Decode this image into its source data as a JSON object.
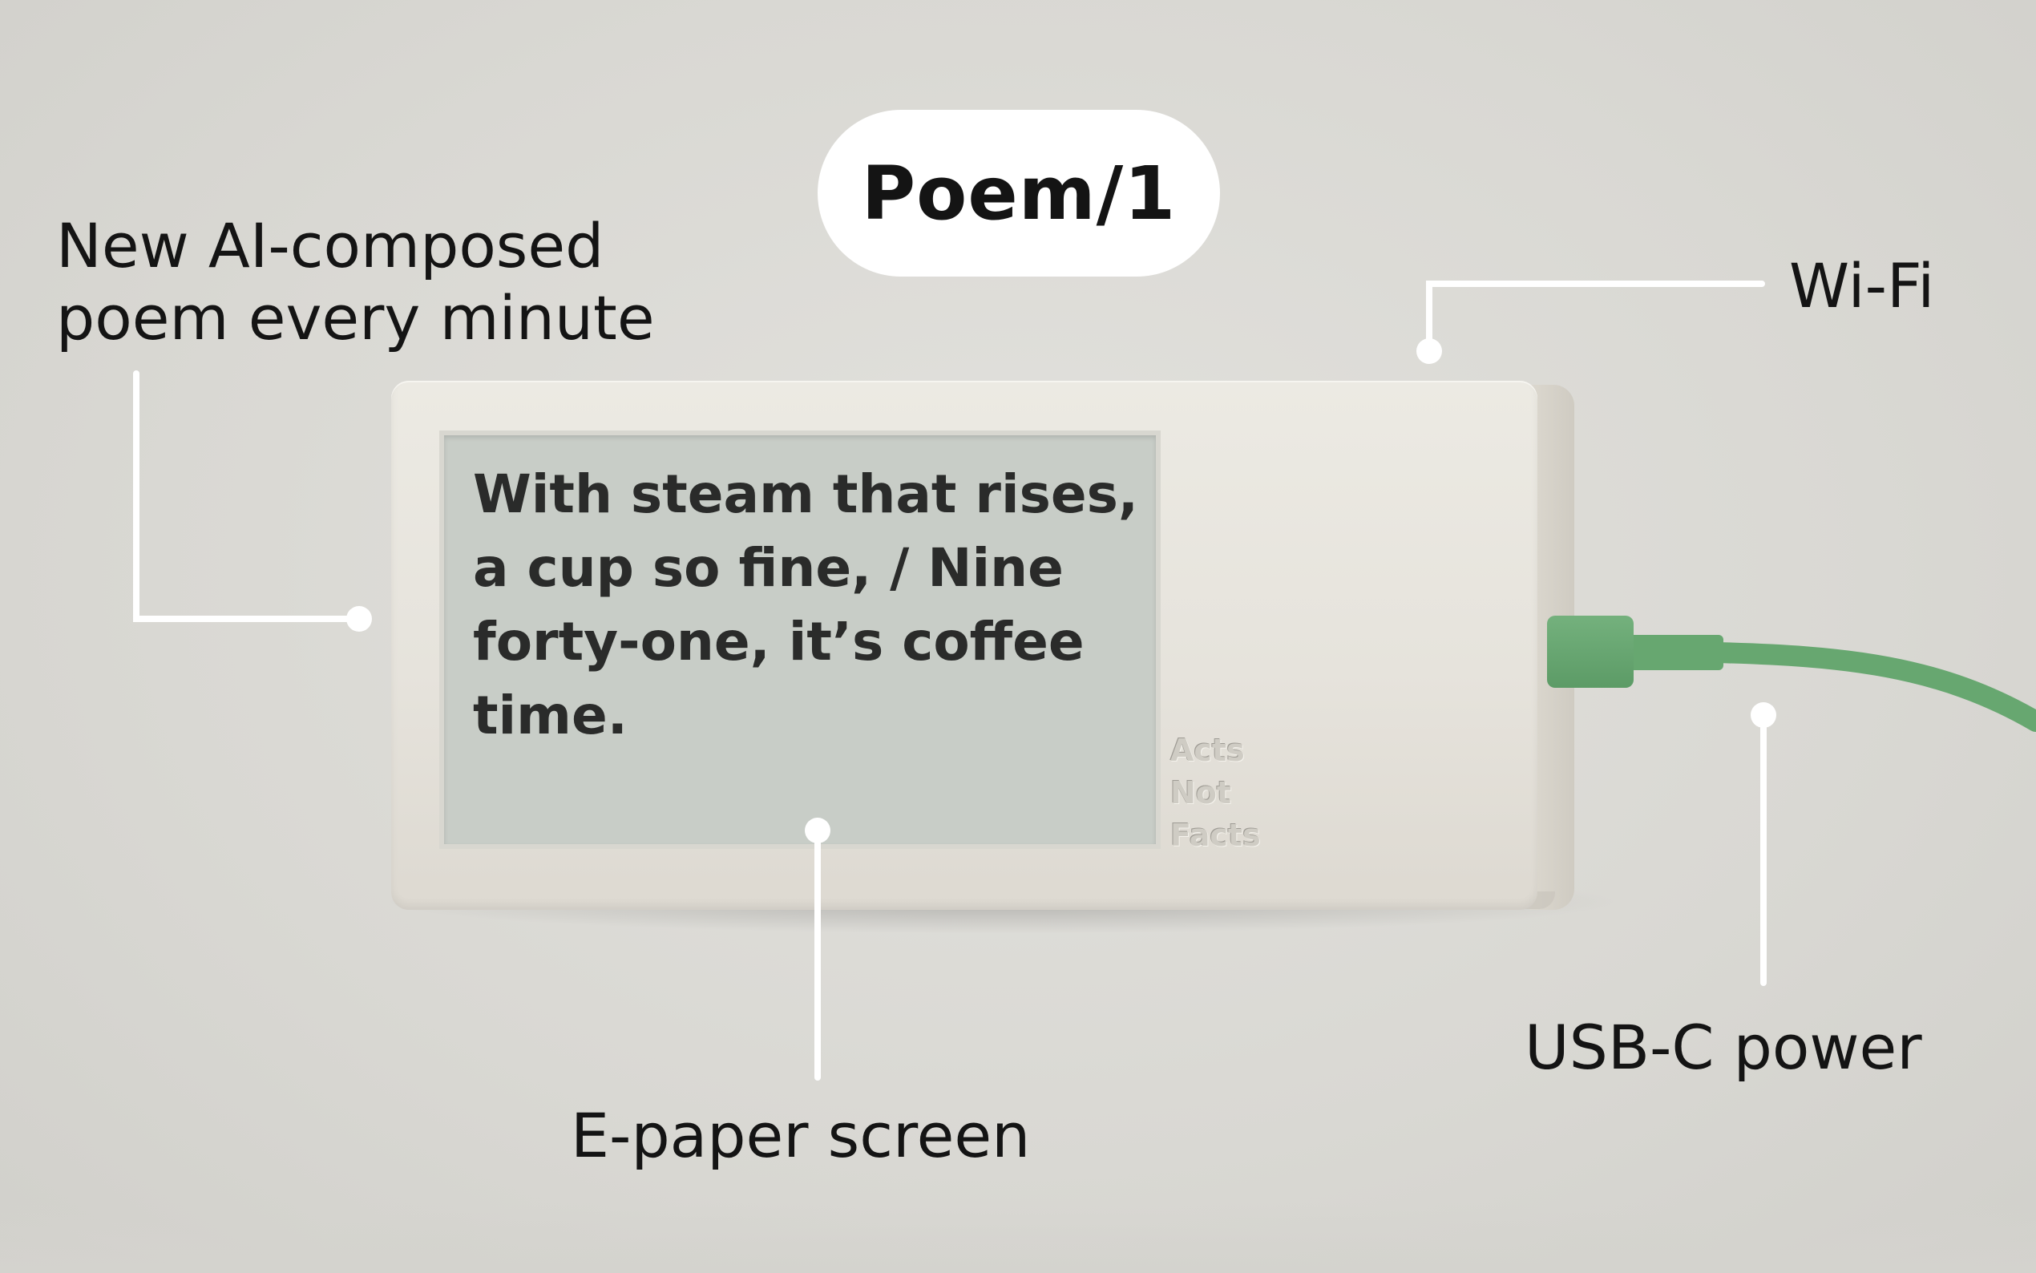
{
  "title": "Poem/1",
  "callouts": {
    "ai_line1": "New AI-composed",
    "ai_line2": "poem every minute",
    "wifi": "Wi-Fi",
    "usb": "USB-C power",
    "epaper": "E-paper screen"
  },
  "screen": {
    "poem": "With steam that rises,\na cup so fine, / Nine\nforty-one, it’s coffee\ntime."
  },
  "engraving": [
    "Acts",
    "Not",
    "Facts"
  ],
  "colors": {
    "background": "#dbdad5",
    "device_body": "#e6e3dc",
    "screen": "#c8cdc7",
    "cable": "#67a770",
    "leader_line": "#ffffff"
  }
}
